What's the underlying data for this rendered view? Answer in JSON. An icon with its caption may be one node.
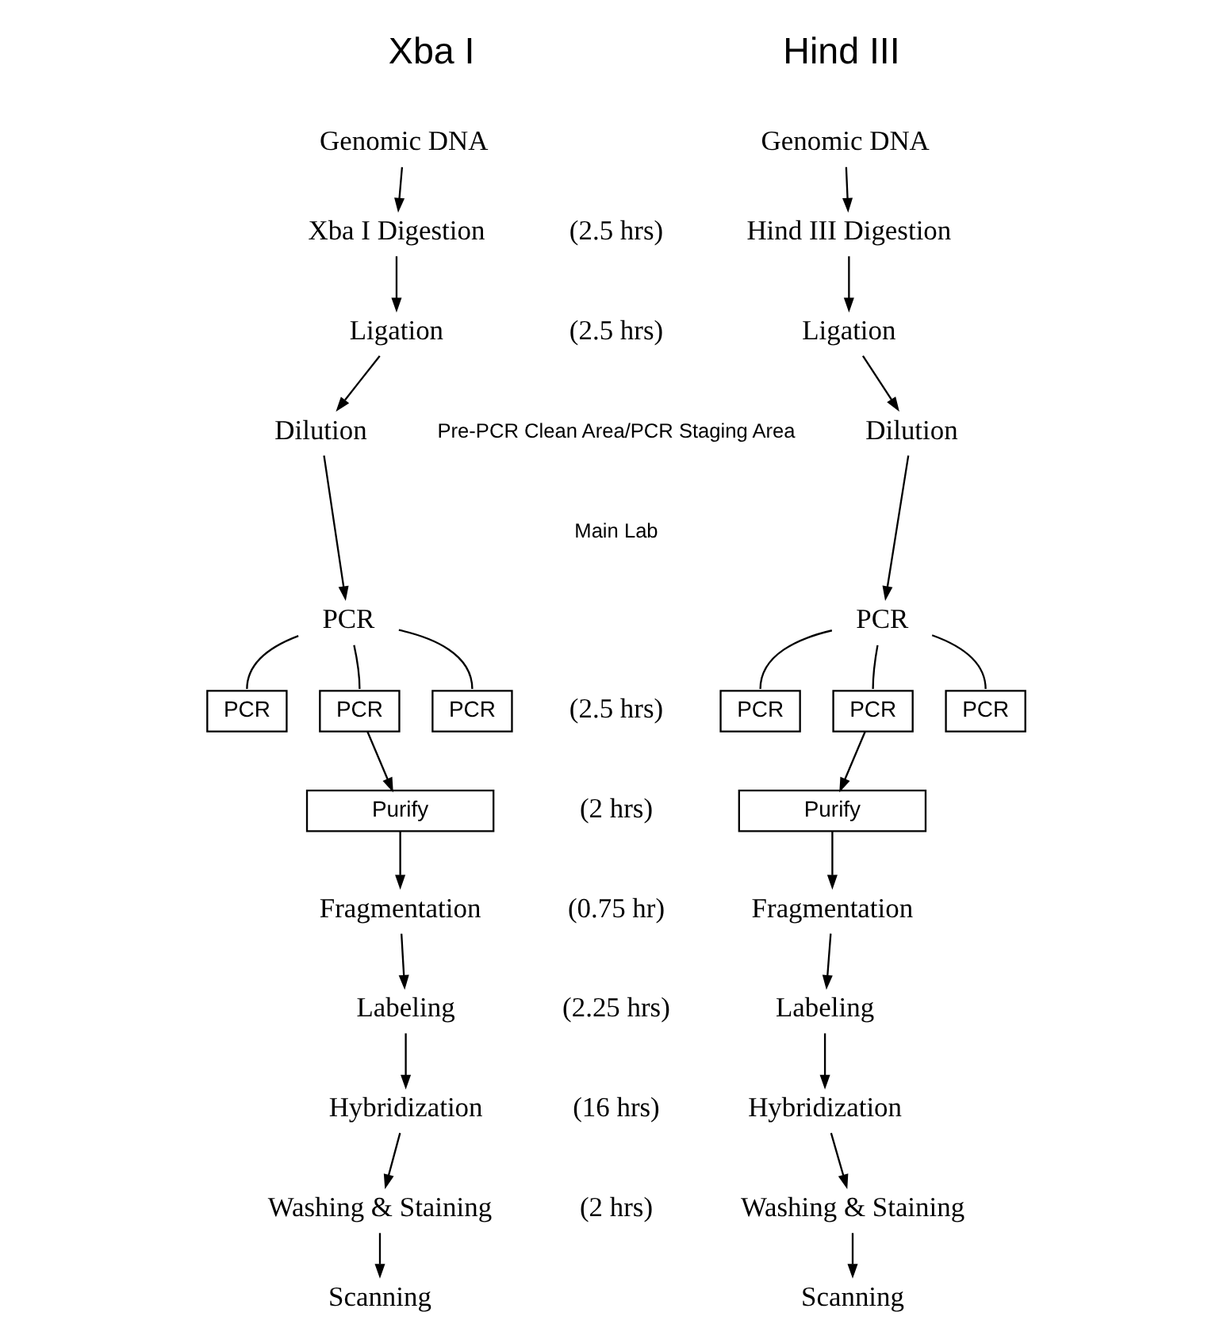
{
  "diagram": {
    "nodes": [
      {
        "text": [
          "Genomic DNA"
        ]
      },
      {
        "text": [
          "Xba I Digestion"
        ]
      },
      {
        "text": [
          "Ligation"
        ]
      },
      {
        "text": [
          "Dilution"
        ]
      },
      {
        "text": [
          "PCR"
        ]
      },
      {
        "text": [
          "PCR"
        ]
      },
      {
        "text": [
          "PCR"
        ]
      },
      {
        "text": [
          "PCR"
        ]
      },
      {
        "text": [
          "Purify"
        ]
      },
      {
        "text": [
          "Fragmentation"
        ]
      },
      {
        "text": [
          "Labeling"
        ]
      },
      {
        "text": [
          "Hybridization"
        ]
      },
      {
        "text": [
          "Washing & Staining"
        ]
      },
      {
        "text": [
          "Scanning"
        ]
      },
      {
        "text": [
          "Genomic DNA"
        ]
      },
      {
        "text": [
          "Hind III Digestion"
        ]
      },
      {
        "text": [
          "Ligation"
        ]
      },
      {
        "text": [
          "Dilution"
        ]
      },
      {
        "text": [
          "PCR"
        ]
      },
      {
        "text": [
          "PCR"
        ]
      },
      {
        "text": [
          "PCR"
        ]
      },
      {
        "text": [
          "PCR"
        ]
      },
      {
        "text": [
          "Purify"
        ]
      },
      {
        "text": [
          "Fragmentation"
        ]
      },
      {
        "text": [
          "Labeling"
        ]
      },
      {
        "text": [
          "Hybridization"
        ]
      },
      {
        "text": [
          "Washing & Staining"
        ]
      },
      {
        "text": [
          "Scanning"
        ]
      }
    ],
    "edges": [
      {
        "from": 0,
        "to": 1,
        "arrow": "to"
      },
      {
        "from": 1,
        "to": 2,
        "arrow": "to"
      },
      {
        "from": 2,
        "to": 3,
        "arrow": "to"
      },
      {
        "from": 3,
        "to": 4,
        "arrow": "to"
      },
      {
        "from": 4,
        "to": 5,
        "arrow": "none"
      },
      {
        "from": 4,
        "to": 6,
        "arrow": "none"
      },
      {
        "from": 4,
        "to": 7,
        "arrow": "none"
      },
      {
        "from": 6,
        "to": 8,
        "arrow": "to"
      },
      {
        "from": 8,
        "to": 9,
        "arrow": "to"
      },
      {
        "from": 9,
        "to": 10,
        "arrow": "to"
      },
      {
        "from": 10,
        "to": 11,
        "arrow": "to"
      },
      {
        "from": 11,
        "to": 12,
        "arrow": "to"
      },
      {
        "from": 12,
        "to": 13,
        "arrow": "to"
      },
      {
        "from": 14,
        "to": 15,
        "arrow": "to"
      },
      {
        "from": 15,
        "to": 16,
        "arrow": "to"
      },
      {
        "from": 16,
        "to": 17,
        "arrow": "to"
      },
      {
        "from": 17,
        "to": 18,
        "arrow": "to"
      },
      {
        "from": 18,
        "to": 19,
        "arrow": "none"
      },
      {
        "from": 18,
        "to": 20,
        "arrow": "none"
      },
      {
        "from": 18,
        "to": 21,
        "arrow": "none"
      },
      {
        "from": 20,
        "to": 22,
        "arrow": "to"
      },
      {
        "from": 22,
        "to": 23,
        "arrow": "to"
      },
      {
        "from": 23,
        "to": 24,
        "arrow": "to"
      },
      {
        "from": 24,
        "to": 25,
        "arrow": "to"
      },
      {
        "from": 25,
        "to": 26,
        "arrow": "to"
      },
      {
        "from": 26,
        "to": 27,
        "arrow": "to"
      }
    ],
    "labels": [
      "Xba I",
      "Hind III",
      "(2.5 hrs)",
      "(2.5 hrs)",
      "Pre-PCR Clean Area/PCR Staging Area",
      "Main Lab",
      "(2.5 hrs)",
      "(2 hrs)",
      "(0.75 hr)",
      "(2.25 hrs)",
      "(16 hrs)",
      "(2 hrs)"
    ]
  }
}
